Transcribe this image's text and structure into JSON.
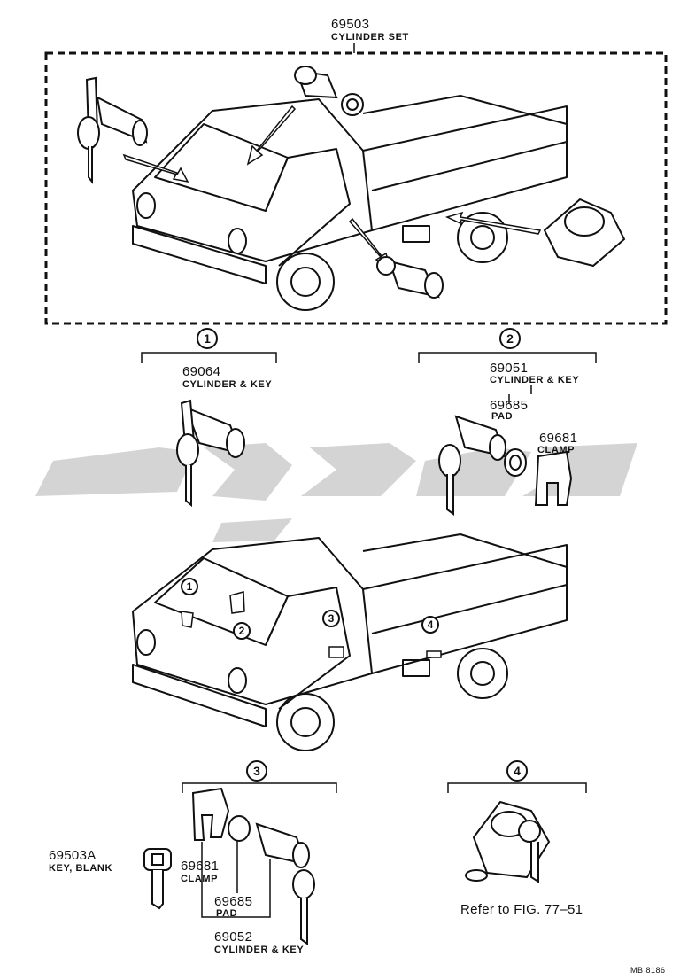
{
  "top_set": {
    "part_no": "69503",
    "desc": "CYLINDER SET"
  },
  "group1": {
    "marker": "1",
    "part_no": "69064",
    "desc": "CYLINDER & KEY"
  },
  "group2": {
    "marker": "2",
    "assembly": {
      "part_no": "69051",
      "desc": "CYLINDER & KEY"
    },
    "pad": {
      "part_no": "69685",
      "desc": "PAD"
    },
    "clamp": {
      "part_no": "69681",
      "desc": "CLAMP"
    }
  },
  "truck_markers": [
    "1",
    "2",
    "3",
    "4"
  ],
  "group3": {
    "marker": "3",
    "clamp": {
      "part_no": "69681",
      "desc": "CLAMP"
    },
    "pad": {
      "part_no": "69685",
      "desc": "PAD"
    },
    "assembly": {
      "part_no": "69052",
      "desc": "CYLINDER & KEY"
    }
  },
  "blank_key": {
    "part_no": "69503A",
    "desc": "KEY, BLANK"
  },
  "group4": {
    "marker": "4",
    "note": "Refer to FIG. 77–51"
  },
  "drawing_code": "MB 8186",
  "colors": {
    "ink": "#111111",
    "watermark": "#c8c8c8"
  }
}
